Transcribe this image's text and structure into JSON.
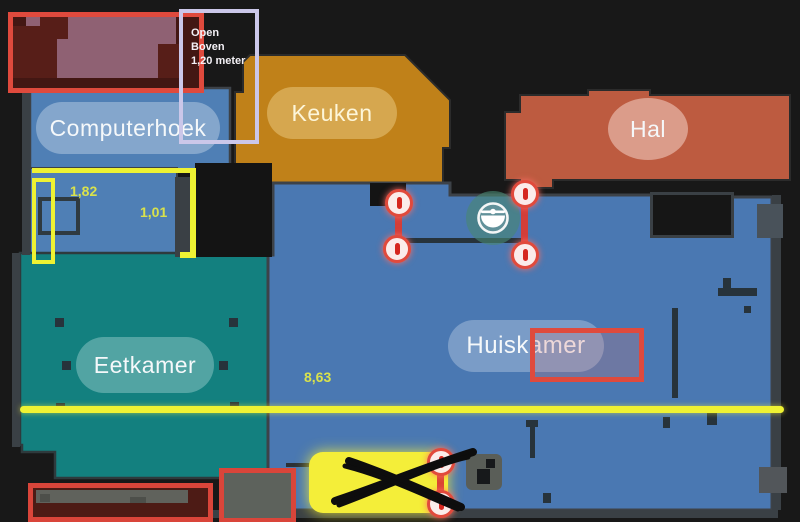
{
  "rooms": {
    "computerhoek": {
      "label": "Computerhoek",
      "color": "#4f7fb5"
    },
    "keuken": {
      "label": "Keuken",
      "color": "#c08119"
    },
    "hal": {
      "label": "Hal",
      "color": "#bd5b40"
    },
    "eetkamer": {
      "label": "Eetkamer",
      "color": "#13807f"
    },
    "huiskamer": {
      "label": "Huiskamer",
      "color": "#4a78b2"
    }
  },
  "annotations": {
    "open_boven": {
      "line1": "Open",
      "line2": "Boven",
      "line3": "1,20 meter"
    },
    "measurements": {
      "m1": "1,82",
      "m2": "1,01",
      "m3": "8,63"
    },
    "colors": {
      "annotation_yellow": "#eef233",
      "annotation_red": "#df4a3d",
      "lavender_box": "#cbc7e9",
      "measure_text": "#d9e24c"
    }
  }
}
